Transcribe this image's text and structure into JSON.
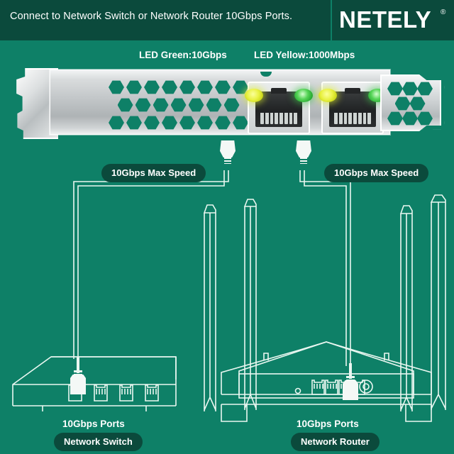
{
  "page": {
    "background_color": "#0e8067",
    "accent_dark": "#0b4a3c",
    "line_color": "#eaf7f1"
  },
  "header": {
    "title": "Connect to Network Switch or Network Router 10Gbps Ports.",
    "logo": "NETELY",
    "registered_mark": "®",
    "background_color": "#0b4a3c"
  },
  "led_legend": {
    "green": "LED Green:10Gbps",
    "yellow": "LED Yellow:1000Mbps",
    "green_color": "#35c840",
    "yellow_color": "#e4ee3a"
  },
  "nic_card": {
    "ports": [
      {
        "name": "port-1",
        "led_left": "yellow",
        "led_right": "green"
      },
      {
        "name": "port-2",
        "led_left": "yellow",
        "led_right": "green"
      }
    ]
  },
  "callouts": {
    "left_speed": "10Gbps Max Speed",
    "right_speed": "10Gbps Max Speed"
  },
  "devices": {
    "switch": {
      "ports_label": "10Gbps Ports",
      "name_label": "Network Switch",
      "port_count": 4,
      "connected_port_index": 1
    },
    "router": {
      "ports_label": "10Gbps Ports",
      "name_label": "Network Router",
      "port_count": 4,
      "antenna_count": 4,
      "connected_port_index": 4
    }
  }
}
